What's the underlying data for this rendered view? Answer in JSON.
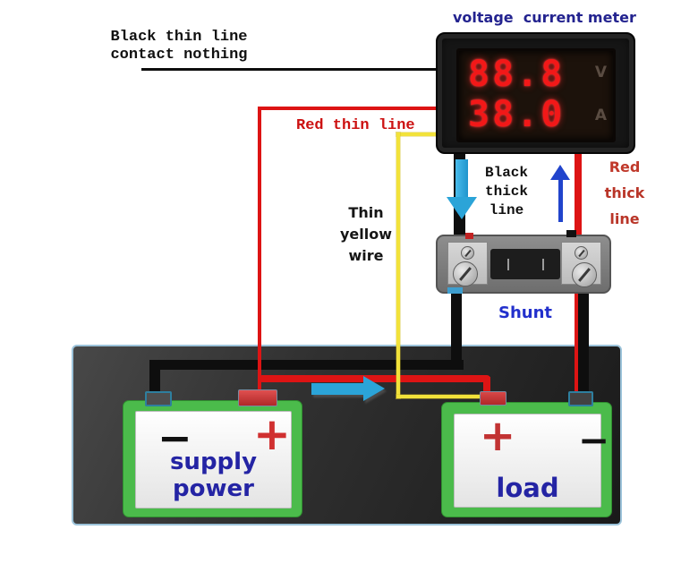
{
  "diagram_title": "voltage  current meter",
  "meter": {
    "voltage_reading": "88.8",
    "voltage_unit": "V",
    "current_reading": "38.0",
    "current_unit": "A"
  },
  "annotations": {
    "black_thin_line_1": "Black thin line",
    "black_thin_line_2": "contact nothing",
    "red_thin_line": "Red thin line",
    "black_thick_1": "Black",
    "black_thick_2": "thick",
    "black_thick_3": "line",
    "yellow_1": "Thin",
    "yellow_2": "yellow",
    "yellow_3": "wire",
    "red_thick_1": "Red",
    "red_thick_2": "thick",
    "red_thick_3": "line",
    "shunt_label": "Shunt"
  },
  "batteries": {
    "supply": {
      "negative_sign": "−",
      "positive_sign": "+",
      "name": "supply power"
    },
    "load": {
      "positive_sign": "+",
      "negative_sign": "−",
      "name": "load"
    }
  },
  "colors": {
    "wire_black": "#0e0e0e",
    "wire_red": "#dd1414",
    "wire_yellow": "#f2e23a",
    "arrow_cyan": "#2ba4d8",
    "arrow_blue": "#2144cc",
    "text_blue": "#23238f",
    "text_red": "#cc1111",
    "text_dark_red": "#b93528",
    "battery_green": "#4bbb4b",
    "digit_red": "#f21818"
  }
}
